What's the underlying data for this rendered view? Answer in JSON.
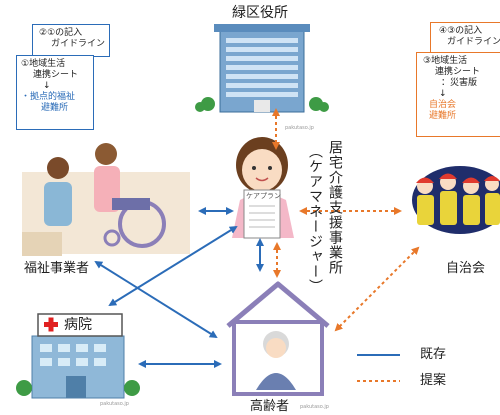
{
  "labels": {
    "ward_office": "緑区役所",
    "care_office": [
      "居宅介護支援事業所",
      "（ケアマネージャー）"
    ],
    "welfare": "福祉事業者",
    "jichikai": "自治会",
    "hospital": "病院",
    "elderly": "高齢者",
    "care_plan": "ケアプラン"
  },
  "notes_left": {
    "back": [
      "②①の記入",
      "ガイドライン"
    ],
    "front": [
      "①地域生活",
      "連携シート",
      "↓",
      "・拠点的福祉",
      "避難所"
    ]
  },
  "notes_right": {
    "back": [
      "④③の記入",
      "ガイドライン"
    ],
    "front": [
      "③地域生活",
      "連携シート",
      "：災害版",
      "↓",
      "自治会",
      "避難所"
    ]
  },
  "legend": {
    "existing": "既存",
    "proposal": "提案"
  },
  "credits": [
    "pakutaso.jp",
    "pakutaso.jp",
    "pakutaso.jp"
  ],
  "colors": {
    "existing": "#2b6cb8",
    "proposal": "#e8782a",
    "note_left": "#2b6cb8",
    "note_right": "#e8782a"
  }
}
